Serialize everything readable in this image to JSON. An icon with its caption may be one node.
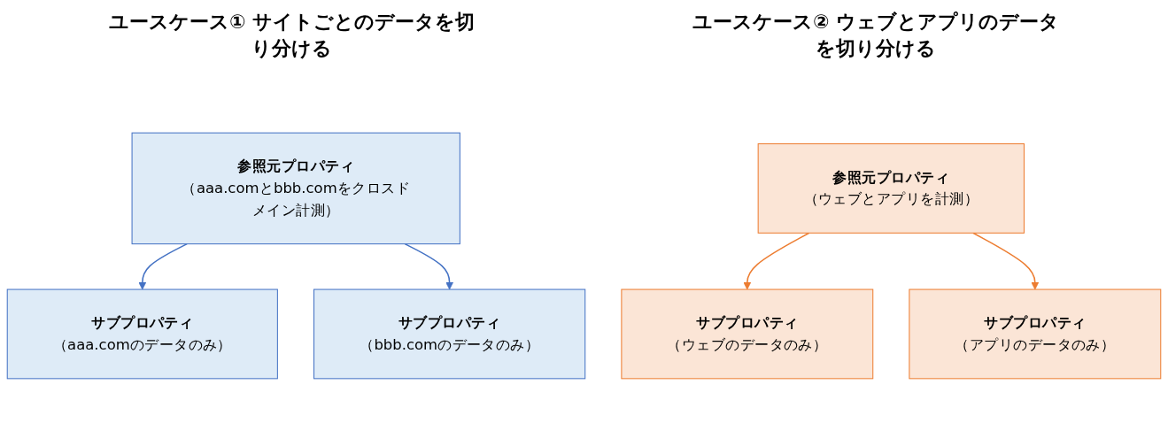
{
  "diagram": {
    "nodes": [
      {
        "text": [
          "参照元プロパティ",
          "（aaa.comとbbb.comをクロスドメイン計測）"
        ]
      },
      {
        "text": [
          "サブプロパティ",
          "（aaa.comのデータのみ）"
        ]
      },
      {
        "text": [
          "サブプロパティ",
          "（bbb.comのデータのみ）"
        ]
      },
      {
        "text": [
          "参照元プロパティ",
          "（ウェブとアプリを計測）"
        ]
      },
      {
        "text": [
          "サブプロパティ",
          "（ウェブのデータのみ）"
        ]
      },
      {
        "text": [
          "サブプロパティ",
          "（アプリのデータのみ）"
        ]
      }
    ],
    "edges": [
      {
        "from": 0,
        "to": 1,
        "arrow": "to",
        "color": "#4472c4"
      },
      {
        "from": 0,
        "to": 2,
        "arrow": "to",
        "color": "#4472c4"
      },
      {
        "from": 3,
        "to": 4,
        "arrow": "to",
        "color": "#ed7d31"
      },
      {
        "from": 3,
        "to": 5,
        "arrow": "to",
        "color": "#ed7d31"
      }
    ],
    "labels": [
      "ユースケース① サイトごとのデータを切り分ける",
      "ユースケース② ウェブとアプリのデータを切り分ける"
    ]
  }
}
